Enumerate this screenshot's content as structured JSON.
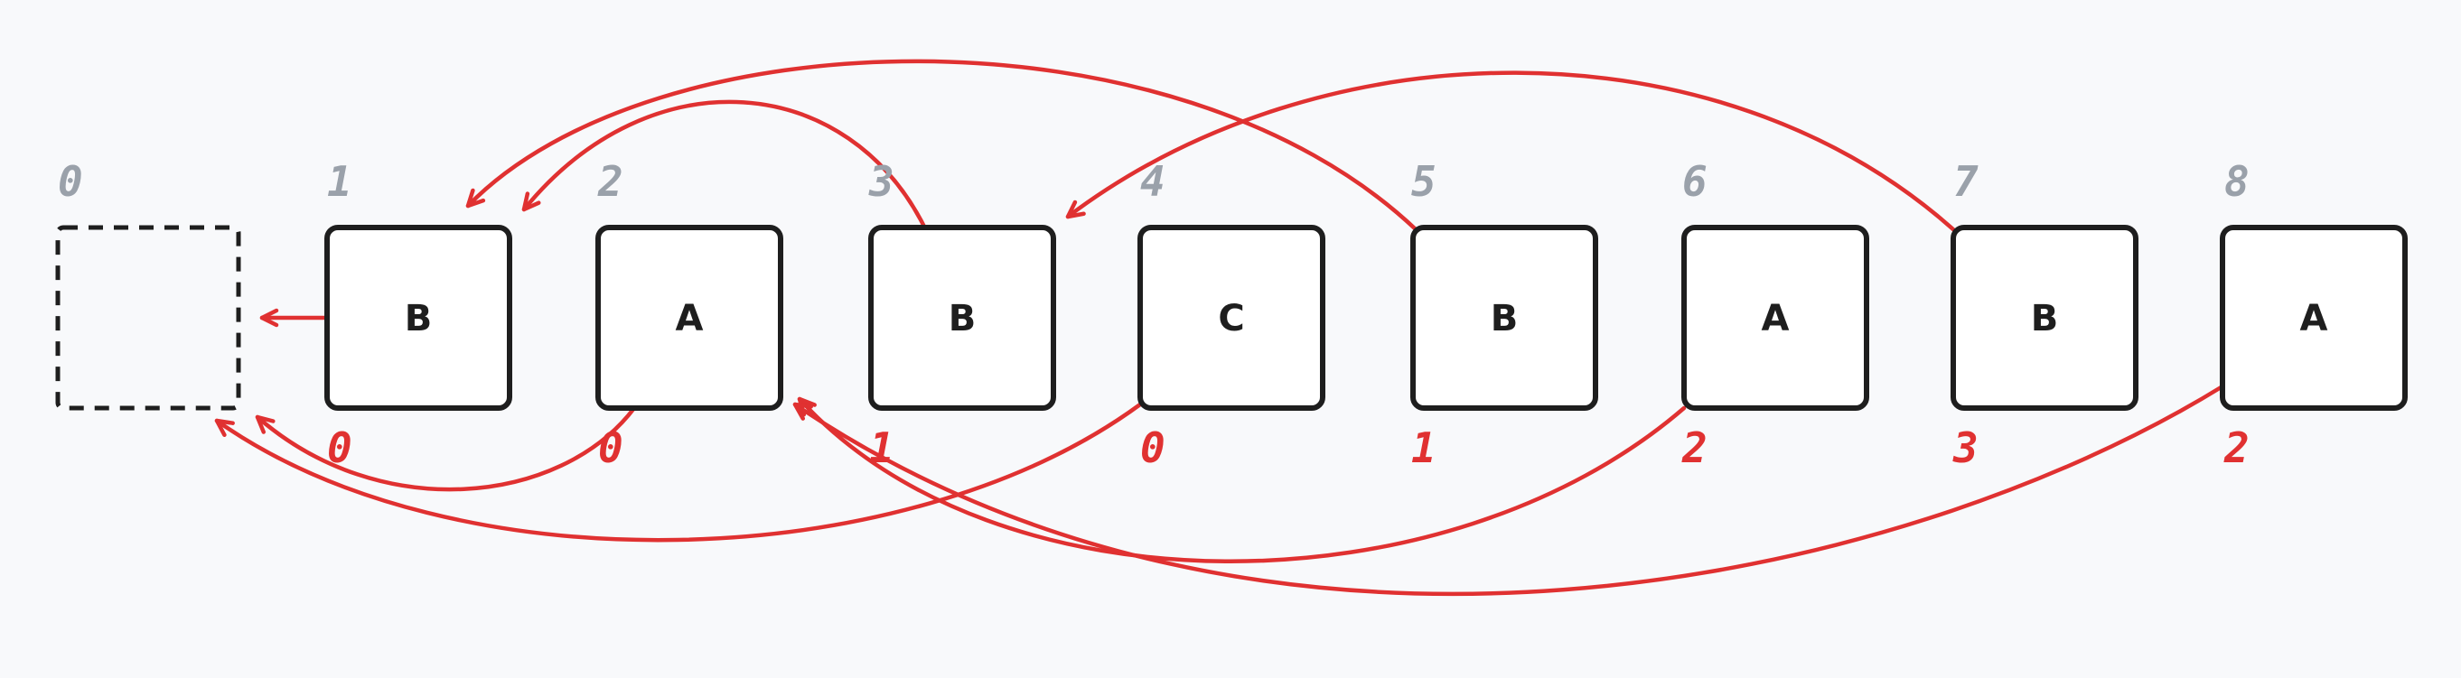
{
  "diagram": {
    "nodes": [
      {
        "index": "0",
        "letter": "",
        "value": ""
      },
      {
        "index": "1",
        "letter": "B",
        "value": "0"
      },
      {
        "index": "2",
        "letter": "A",
        "value": "0"
      },
      {
        "index": "3",
        "letter": "B",
        "value": "1"
      },
      {
        "index": "4",
        "letter": "C",
        "value": "0"
      },
      {
        "index": "5",
        "letter": "B",
        "value": "1"
      },
      {
        "index": "6",
        "letter": "A",
        "value": "2"
      },
      {
        "index": "7",
        "letter": "B",
        "value": "3"
      },
      {
        "index": "8",
        "letter": "A",
        "value": "2"
      }
    ],
    "links": [
      {
        "from": 1,
        "to": 0
      },
      {
        "from": 2,
        "to": 0
      },
      {
        "from": 3,
        "to": 1
      },
      {
        "from": 4,
        "to": 0
      },
      {
        "from": 5,
        "to": 1
      },
      {
        "from": 6,
        "to": 2
      },
      {
        "from": 7,
        "to": 3
      },
      {
        "from": 8,
        "to": 2
      }
    ],
    "colors": {
      "link": "#e03131",
      "index_text": "#9aa1aa",
      "value_text": "#e03131",
      "box_border": "#1e1e1e",
      "box_fill": "#ffffff"
    }
  }
}
